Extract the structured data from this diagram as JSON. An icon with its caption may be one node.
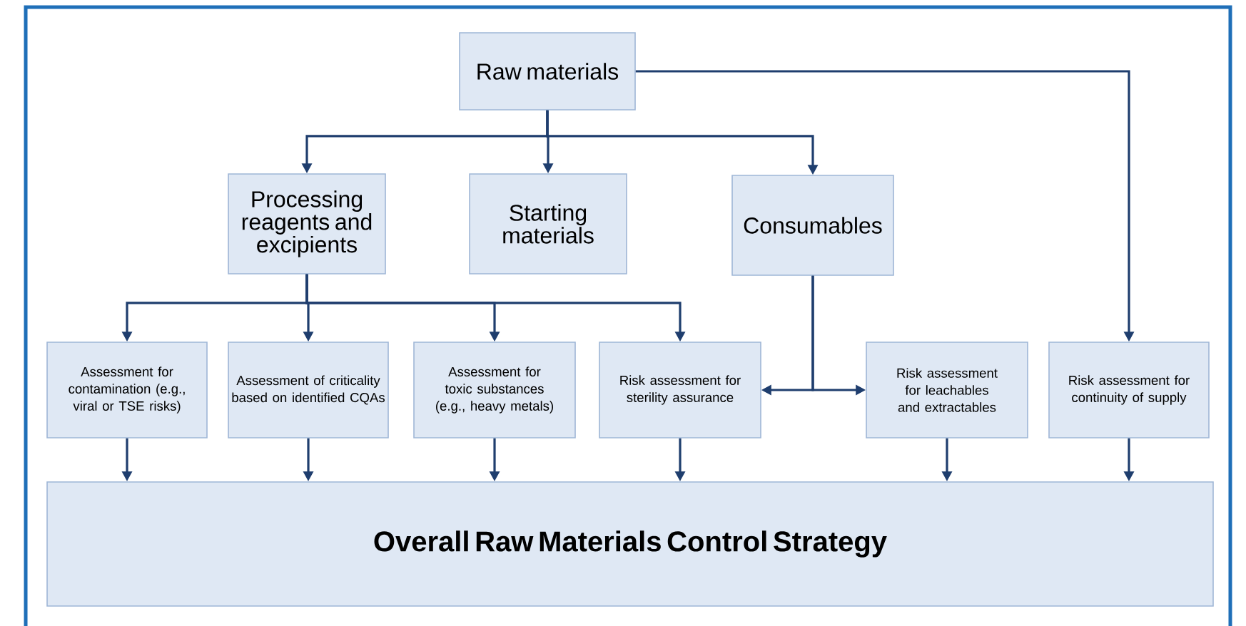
{
  "diagram": {
    "nodes": [
      {
        "text": [
          "Raw materials"
        ]
      },
      {
        "text": [
          "Processing reagents and excipients"
        ]
      },
      {
        "text": [
          "Starting materials"
        ]
      },
      {
        "text": [
          "Consumables"
        ]
      },
      {
        "text": [
          "Assessment for contamination (e.g., viral or TSE risks)"
        ]
      },
      {
        "text": [
          "Assessment of criticality based on identified CQAs"
        ]
      },
      {
        "text": [
          "Assessment for toxic substances (e.g., heavy metals)"
        ]
      },
      {
        "text": [
          "Risk assessment for sterility assurance"
        ]
      },
      {
        "text": [
          "Risk assessment for leachables and extractables"
        ]
      },
      {
        "text": [
          "Risk assessment for continuity of supply"
        ]
      },
      {
        "text": [
          "Overall Raw Materials Control Strategy"
        ]
      }
    ],
    "edges": [
      {
        "from": 0,
        "to": 1,
        "arrow": "to"
      },
      {
        "from": 0,
        "to": 2,
        "arrow": "to"
      },
      {
        "from": 0,
        "to": 3,
        "arrow": "to"
      },
      {
        "from": 0,
        "to": 9,
        "arrow": "to"
      },
      {
        "from": 1,
        "to": 4,
        "arrow": "to"
      },
      {
        "from": 1,
        "to": 5,
        "arrow": "to"
      },
      {
        "from": 1,
        "to": 6,
        "arrow": "to"
      },
      {
        "from": 1,
        "to": 7,
        "arrow": "to"
      },
      {
        "from": 3,
        "to": 7,
        "arrow": "to"
      },
      {
        "from": 3,
        "to": 8,
        "arrow": "to"
      },
      {
        "from": 4,
        "to": 10,
        "arrow": "to"
      },
      {
        "from": 5,
        "to": 10,
        "arrow": "to"
      },
      {
        "from": 6,
        "to": 10,
        "arrow": "to"
      },
      {
        "from": 7,
        "to": 10,
        "arrow": "to"
      },
      {
        "from": 8,
        "to": 10,
        "arrow": "to"
      },
      {
        "from": 9,
        "to": 10,
        "arrow": "to"
      }
    ]
  }
}
